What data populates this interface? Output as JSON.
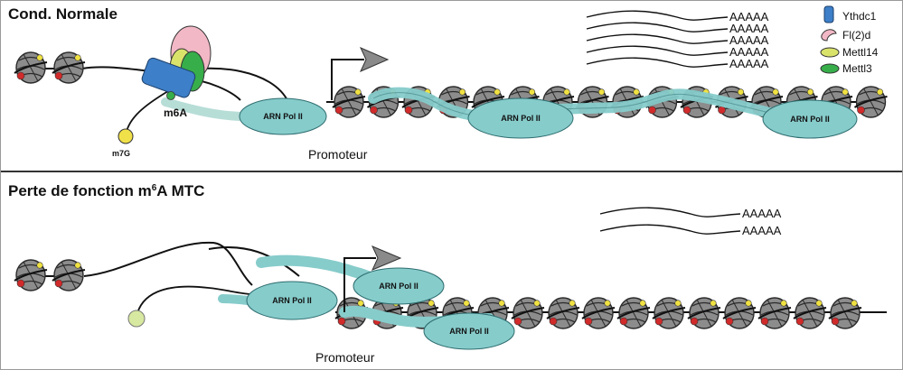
{
  "top": {
    "title": "Cond. Normale",
    "pol_label": "ARN Pol II",
    "m6a_label": "m6A",
    "m7g_label": "m7G",
    "promoter_label": "Promoteur",
    "polya_tail": "AAAAA",
    "polya_count": 5
  },
  "bottom": {
    "title_prefix": "Perte de fonction  m",
    "title_sup": "6",
    "title_suffix": "A MTC",
    "pol_label": "ARN Pol II",
    "promoter_label": "Promoteur",
    "polya_tail": "AAAAA",
    "polya_count": 2
  },
  "legend": [
    {
      "label": "Ythdc1",
      "color": "#3d7fc8",
      "icon": "ythdc1-icon"
    },
    {
      "label": "Fl(2)d",
      "color": "#f2b8c6",
      "icon": "fl2d-icon"
    },
    {
      "label": "Mettl14",
      "color": "#d9e36a",
      "icon": "mettl14-icon"
    },
    {
      "label": "Mettl3",
      "color": "#37ae4a",
      "icon": "mettl3-icon"
    }
  ],
  "colors": {
    "polymerase": "#86cccb",
    "nucleosome": "#8a8a8a",
    "mark_red": "#d12a2a",
    "mark_yellow": "#f0e142",
    "m7g_top": "#f0e14a",
    "m7g_bottom": "#d7e8a0"
  }
}
